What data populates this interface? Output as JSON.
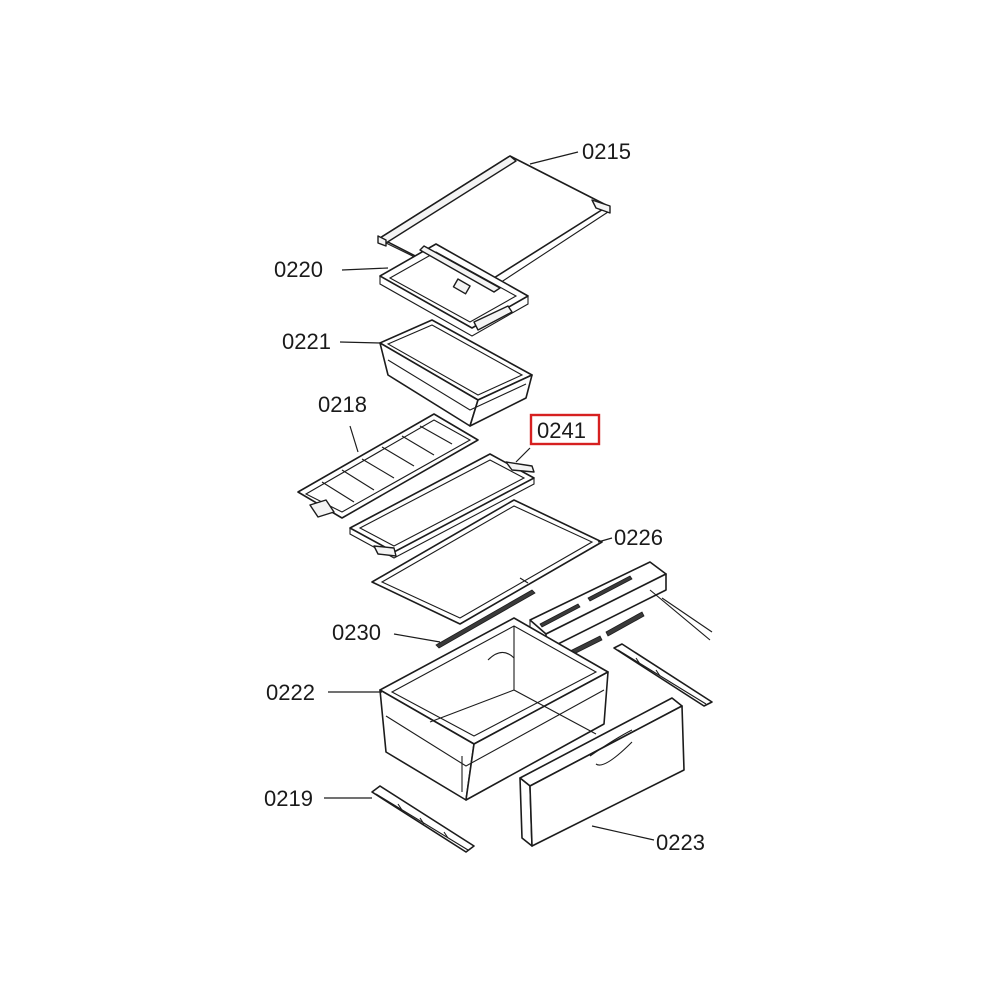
{
  "labels": {
    "p0215": "0215",
    "p0220": "0220",
    "p0221": "0221",
    "p0218": "0218",
    "p0241": "0241",
    "p0226": "0226",
    "p0230": "0230",
    "p0222": "0222",
    "p0219": "0219",
    "p0223": "0223"
  },
  "highlight": {
    "part": "0241",
    "color": "#d62020"
  },
  "colors": {
    "line": "#1c1c1c",
    "background": "#ffffff"
  }
}
